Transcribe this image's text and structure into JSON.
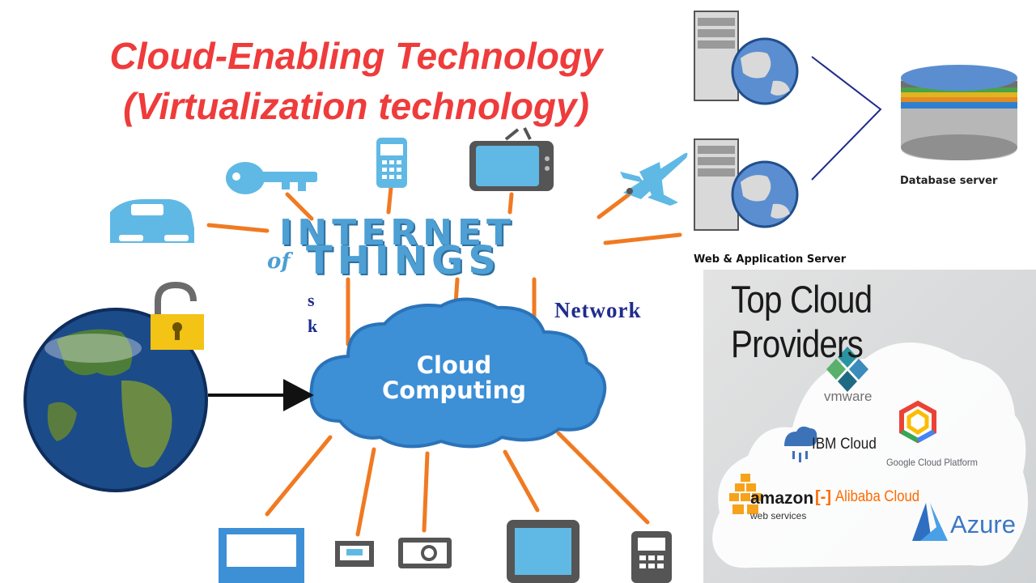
{
  "title": {
    "line1": "Cloud-Enabling Technology",
    "line2": "(Virtualization technology)"
  },
  "iot": {
    "internet": "INTERNET",
    "of": "of",
    "things": "THINGS",
    "network": "Network",
    "fragment1": "s",
    "fragment2": "k"
  },
  "cloud": {
    "line1": "Cloud",
    "line2": "Computing"
  },
  "servers": {
    "database_label": "Database server",
    "web_label": "Web & Application Server"
  },
  "providers": {
    "title": "Top Cloud Providers",
    "vmware": "vmware",
    "ibm": "IBM Cloud",
    "google": "Google Cloud Platform",
    "amazon": "amazon",
    "amazon_sub": "web services",
    "alibaba": "Alibaba Cloud",
    "azure": "Azure"
  },
  "colors": {
    "title": "#ef3b3b",
    "iot_blue": "#4d9fd4",
    "connector_orange": "#f07a22",
    "network_navy": "#1f2c8c",
    "cloud_blue": "#3d8fd6",
    "alibaba_orange": "#ff6a00",
    "azure_blue": "#3a78c3"
  },
  "icons": [
    "car-icon",
    "key-icon",
    "mobile-phone-icon",
    "television-icon",
    "airplane-icon",
    "globe-icon",
    "padlock-icon",
    "arrow-icon",
    "monitor-icon",
    "cctv-camera-icon",
    "camera-icon",
    "tablet-icon",
    "pda-icon",
    "server-icon",
    "database-icon"
  ]
}
